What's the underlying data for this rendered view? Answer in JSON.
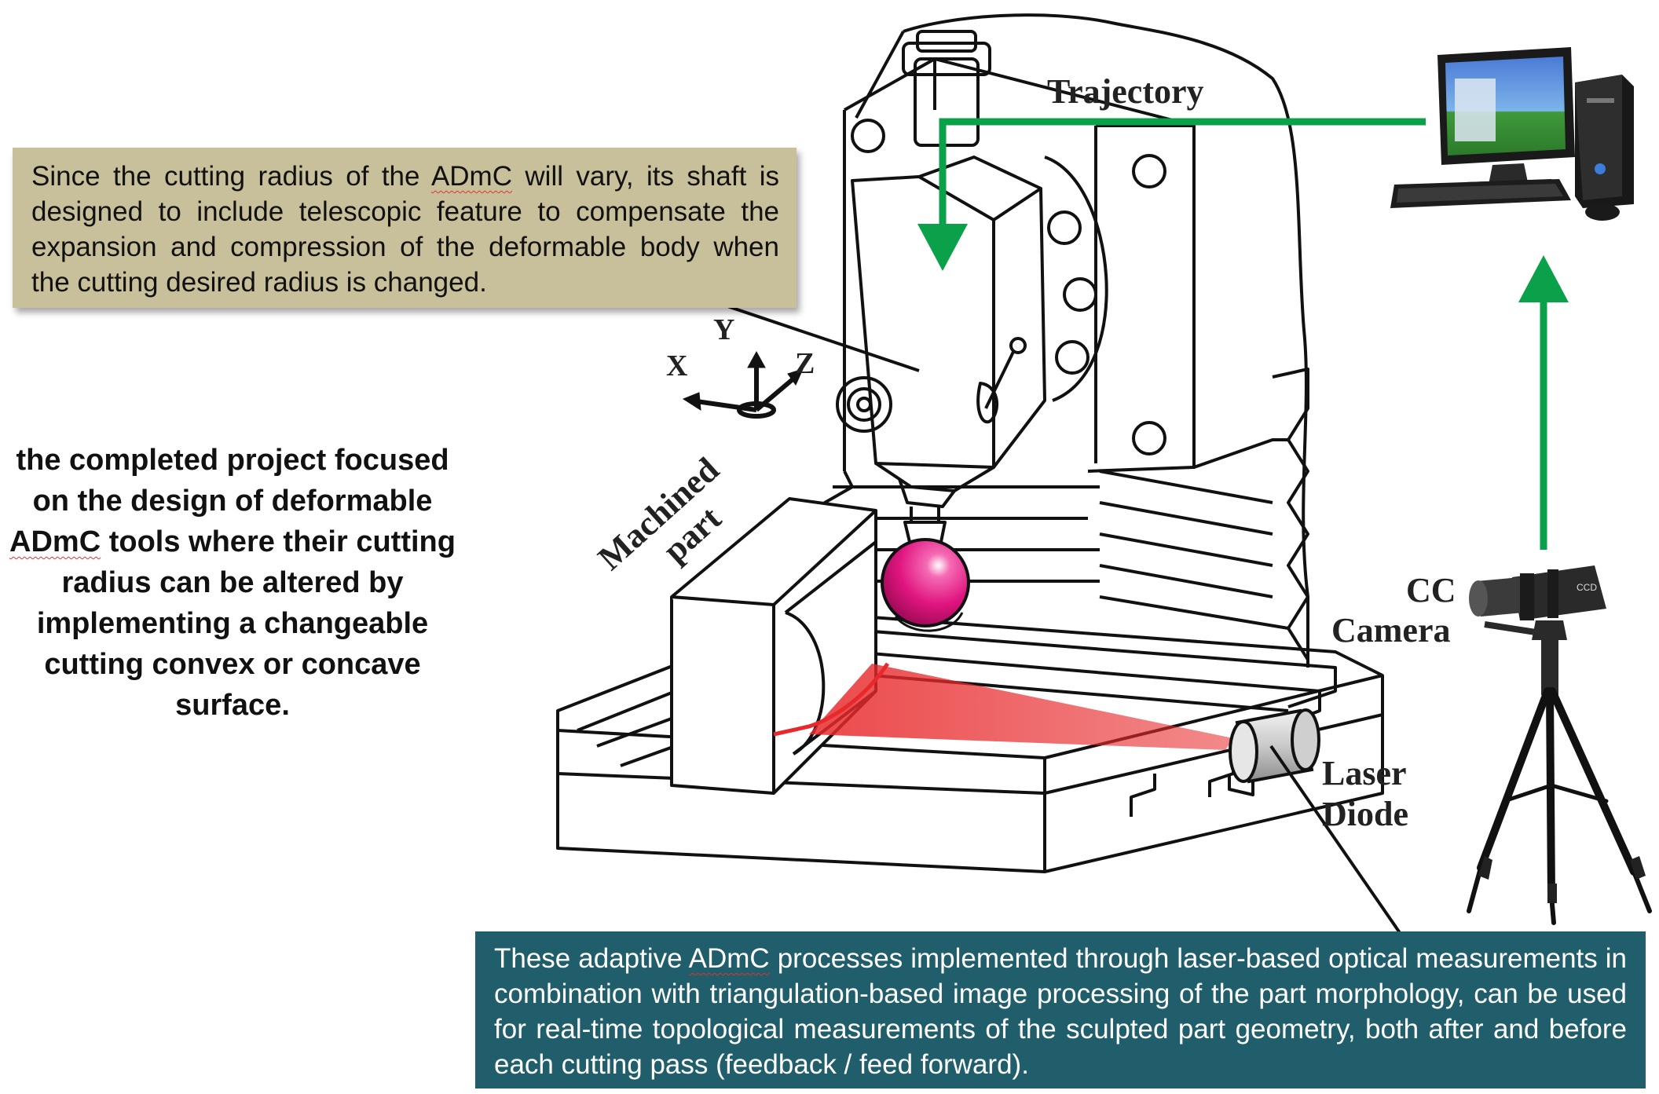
{
  "labels": {
    "trajectory": "Trajectory",
    "machined_part_line1": "Machined",
    "machined_part_line2": "part",
    "cc_camera_line1": "CC",
    "cc_camera_line2": "Camera",
    "laser_line1": "Laser",
    "laser_line2": "Diode",
    "axis_x": "X",
    "axis_y": "Y",
    "axis_z": "Z",
    "camera_brand": "CCD"
  },
  "callout_top": {
    "before": "Since the cutting radius of the ",
    "term": "ADmC",
    "after": " will vary, its shaft is designed to include telescopic feature to compensate the expansion and compression of the deformable body when the cutting desired radius is changed."
  },
  "summary_left": {
    "before": "the completed project focused on the design of deformable ",
    "term": "ADmC",
    "after": " tools where their cutting radius can be altered by implementing a changeable cutting convex or concave surface."
  },
  "callout_bottom": {
    "before": "These adaptive ",
    "term": "ADmC",
    "after": " processes implemented through laser-based optical measurements in combination with triangulation-based image processing of the part morphology, can be used for real-time topological measurements of the sculpted part geometry, both after and before each cutting pass (feedback / feed forward)."
  },
  "colors": {
    "arrow_green": "#0aa14a",
    "ball_magenta": "#e0157f",
    "laser_red": "#e8292b",
    "callout_tan": "#c8c09a",
    "callout_teal": "#215e6b"
  }
}
